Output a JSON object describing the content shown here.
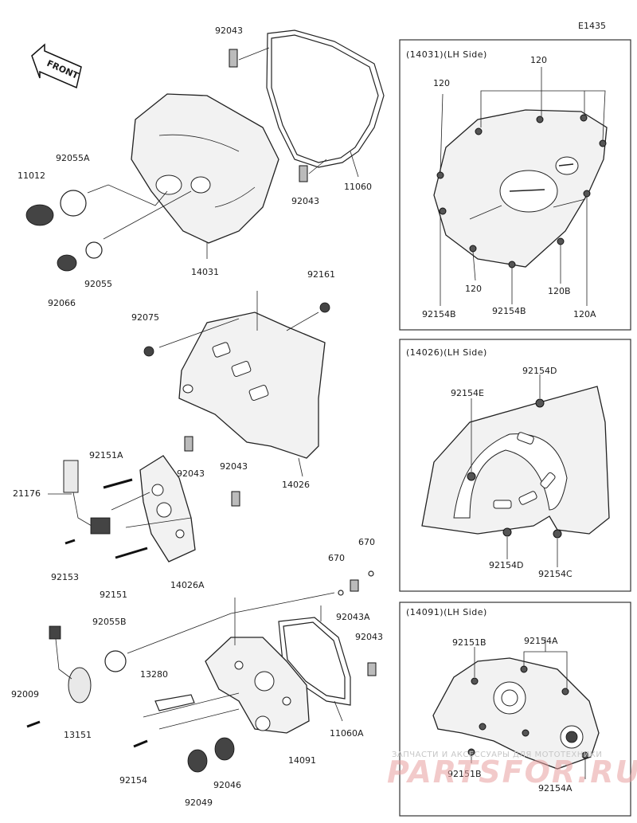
{
  "diagram_code": "E1435",
  "front_label": "FRONT",
  "panels": {
    "p1_title": "(14031)(LH Side)",
    "p2_title": "(14026)(LH Side)",
    "p3_title": "(14091)(LH Side)"
  },
  "labels": {
    "l92043a": "92043",
    "l11012": "11012",
    "l92055A": "92055A",
    "l92043b": "92043",
    "l11060": "11060",
    "l14031": "14031",
    "l92055": "92055",
    "l92066": "92066",
    "l92161": "92161",
    "l92075": "92075",
    "l14026": "14026",
    "l92151A": "92151A",
    "l92043c": "92043",
    "l92043d": "92043",
    "l21176": "21176",
    "l92153": "92153",
    "l92151": "92151",
    "l14026A": "14026A",
    "l670a": "670",
    "l670b": "670",
    "l92043A": "92043A",
    "l92055B": "92055B",
    "l92043e": "92043",
    "l92009": "92009",
    "l13280": "13280",
    "l13151": "13151",
    "l11060A": "11060A",
    "l14091": "14091",
    "l92154": "92154",
    "l92046": "92046",
    "l92049": "92049",
    "p1_120a": "120",
    "p1_120b": "120",
    "p1_120c": "120",
    "p1_92154Ba": "92154B",
    "p1_92154Bb": "92154B",
    "p1_120B": "120B",
    "p1_120A": "120A",
    "p2_92154D": "92154D",
    "p2_92154E": "92154E",
    "p2_92154Da": "92154D",
    "p2_92154C": "92154C",
    "p3_92154A": "92154A",
    "p3_92151B": "92151B",
    "p3_92151Bb": "92151B",
    "p3_92154Ab": "92154A"
  },
  "watermark": {
    "line1": "ЗАПЧАСТИ И АКСЕССУАРЫ ДЛЯ МОТОТЕХНИКИ",
    "line2": "PARTSFOR.RU"
  },
  "colors": {
    "line": "#222222",
    "part_fill": "#f2f2f2",
    "watermark_red": "#e8a0a0"
  }
}
